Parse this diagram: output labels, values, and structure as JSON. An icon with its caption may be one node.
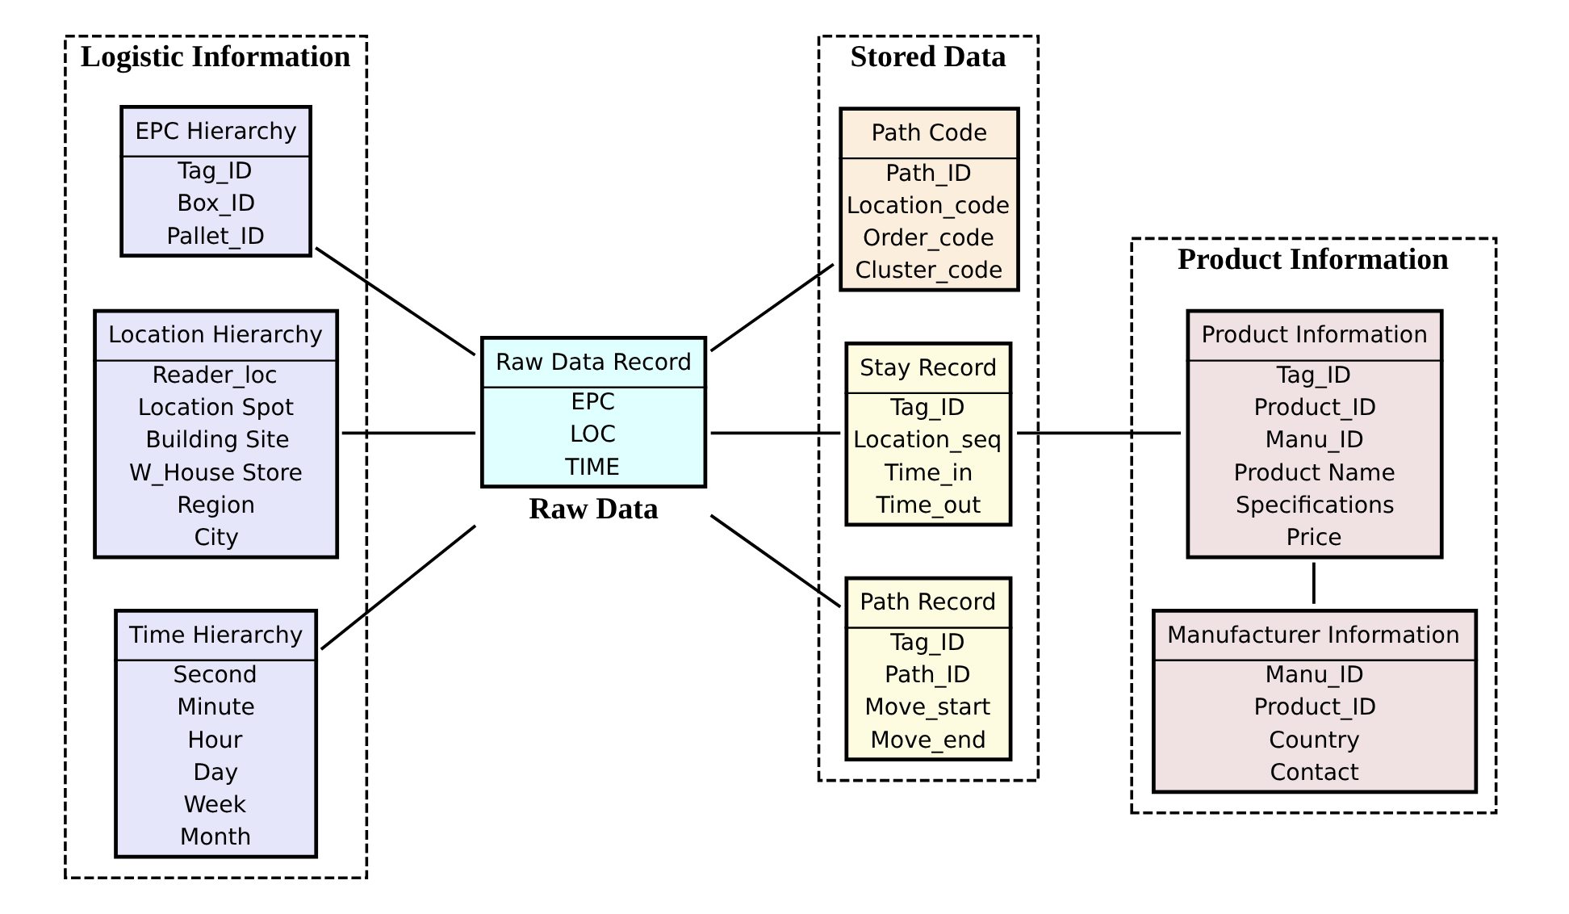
{
  "diagram": {
    "nodes": [
      {
        "text": [
          "Logistic Information"
        ]
      },
      {
        "text": [
          "EPC Hierarchy",
          "Tag_ID",
          "Box_ID",
          "Pallet_ID"
        ],
        "in": 0
      },
      {
        "text": [
          "Location Hierarchy",
          "Reader_loc",
          "Location Spot",
          "Building Site",
          "W_House Store",
          "Region",
          "City"
        ],
        "in": 0
      },
      {
        "text": [
          "Time Hierarchy",
          "Second",
          "Minute",
          "Hour",
          "Day",
          "Week",
          "Month"
        ],
        "in": 0
      },
      {
        "text": [
          "Raw Data Record",
          "EPC",
          "LOC",
          "TIME"
        ],
        "beside": [
          "Raw Data"
        ]
      },
      {
        "text": [
          "Stored Data"
        ]
      },
      {
        "text": [
          "Path Code",
          "Path_ID",
          "Location_code",
          "Order_code",
          "Cluster_code"
        ],
        "in": 5
      },
      {
        "text": [
          "Stay Record",
          "Tag_ID",
          "Location_seq",
          "Time_in",
          "Time_out"
        ],
        "in": 5
      },
      {
        "text": [
          "Path Record",
          "Tag_ID",
          "Path_ID",
          "Move_start",
          "Move_end"
        ],
        "in": 5
      },
      {
        "text": [
          "Product Information"
        ]
      },
      {
        "text": [
          "Product Information",
          "Tag_ID",
          "Product_ID",
          "Manu_ID",
          "Product Name",
          "Specifications",
          "Price"
        ],
        "in": 9
      },
      {
        "text": [
          "Manufacturer Information",
          "Manu_ID",
          "Product_ID",
          "Country",
          "Contact"
        ],
        "in": 9
      }
    ],
    "edges": [
      {
        "from": 1,
        "to": 4,
        "arrow": "none"
      },
      {
        "from": 2,
        "to": 4,
        "arrow": "none"
      },
      {
        "from": 3,
        "to": 4,
        "arrow": "none"
      },
      {
        "from": 4,
        "to": 6,
        "arrow": "none"
      },
      {
        "from": 4,
        "to": 7,
        "arrow": "none"
      },
      {
        "from": 4,
        "to": 8,
        "arrow": "none"
      },
      {
        "from": 7,
        "to": 10,
        "arrow": "none"
      },
      {
        "from": 10,
        "to": 11,
        "arrow": "none"
      }
    ]
  }
}
